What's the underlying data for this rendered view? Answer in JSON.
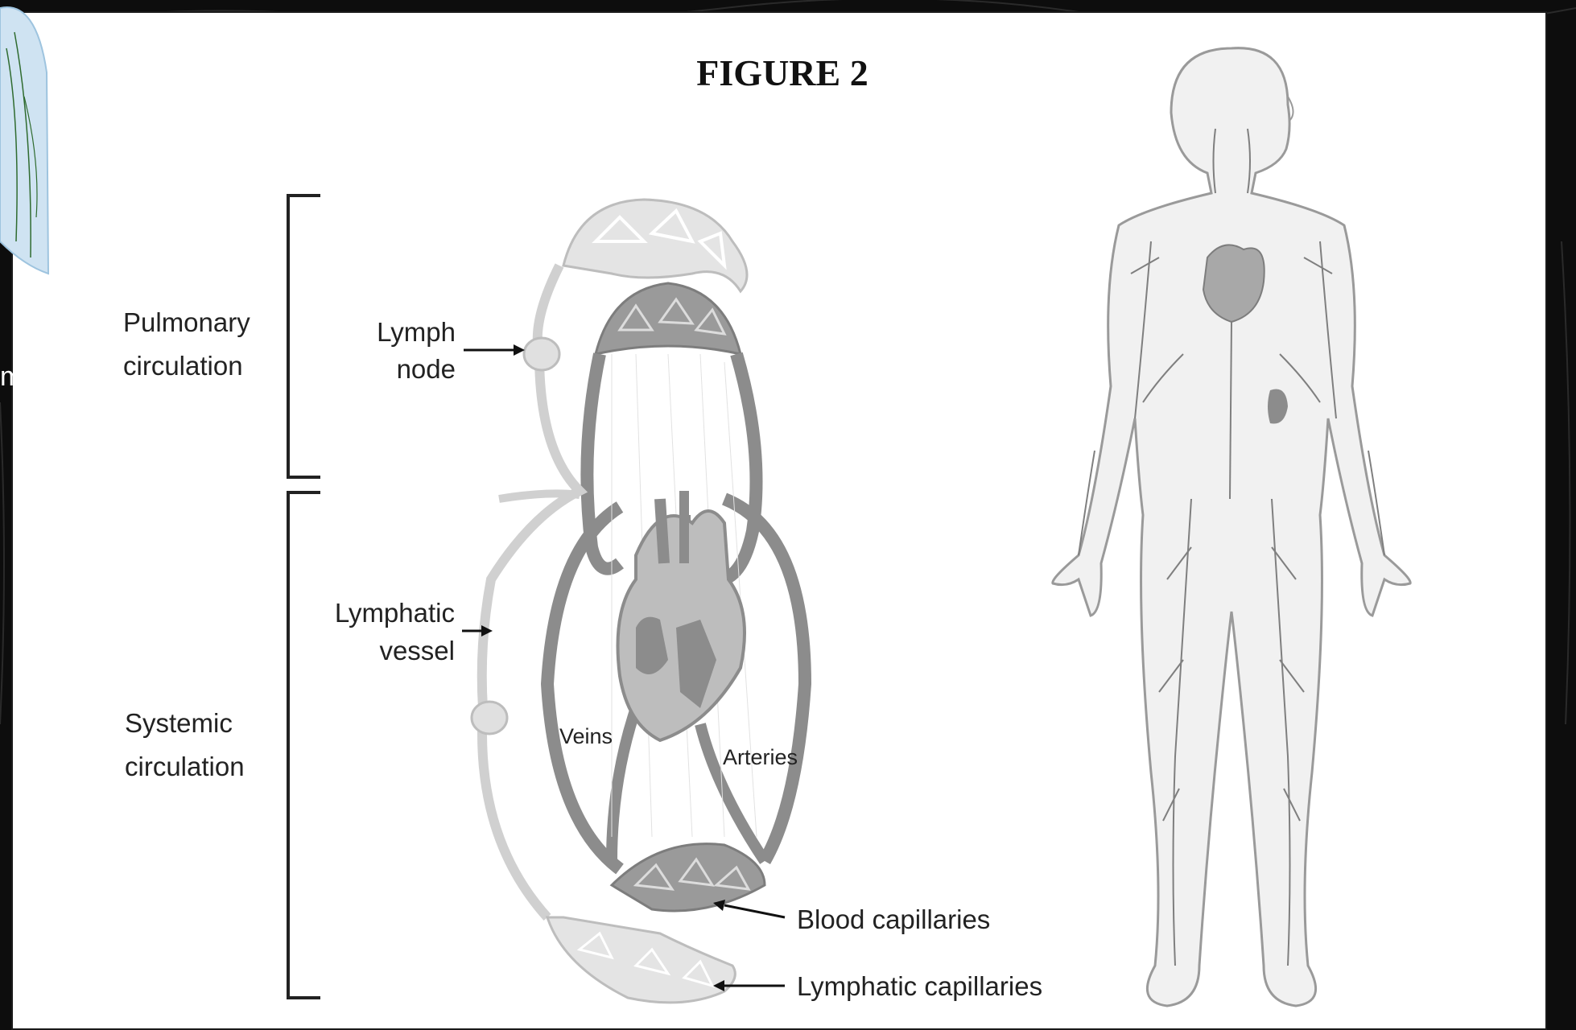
{
  "figure": {
    "title": "FIGURE 2",
    "labels": {
      "pulmonary_line1": "Pulmonary",
      "pulmonary_line2": "circulation",
      "systemic_line1": "Systemic",
      "systemic_line2": "circulation",
      "lymph_node_line1": "Lymph",
      "lymph_node_line2": "node",
      "lymphatic_vessel_line1": "Lymphatic",
      "lymphatic_vessel_line2": "vessel",
      "veins": "Veins",
      "arteries": "Arteries",
      "blood_capillaries": "Blood  capillaries",
      "lymphatic_capillaries": "Lymphatic  capillaries"
    }
  },
  "background_fragment": {
    "clipped_text": "m"
  },
  "colors": {
    "background": "#0d0d0d",
    "figure_panel": "#ffffff",
    "vessel_dark": "#8c8c8c",
    "vessel_light": "#d6d6d6",
    "body_outline": "#9a9a9a",
    "corner_limb_accent": "#bcd9ee"
  },
  "icons": [
    "human-body-lymphatic-icon",
    "circulation-loop-icon",
    "heart-icon",
    "arm-fragment-icon"
  ]
}
